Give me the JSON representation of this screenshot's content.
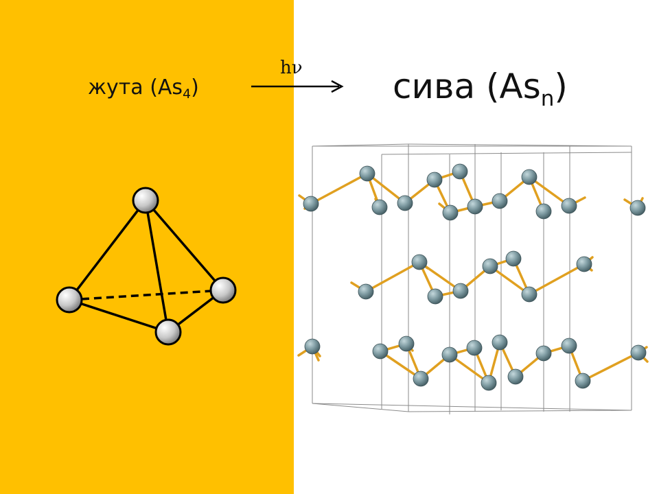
{
  "colors": {
    "panel": "#ffc000",
    "bond": "#e0a020",
    "atom": "#7d9aa1",
    "cell": "#8a8a8a"
  },
  "reaction": {
    "yellow": {
      "name": "жута",
      "formula_open": "(As",
      "formula_sub": "4",
      "formula_close": ")"
    },
    "grey": {
      "name": "сива",
      "formula_open": "(As",
      "formula_sub": "n",
      "formula_close": ")"
    },
    "arrow_label": "hν"
  }
}
